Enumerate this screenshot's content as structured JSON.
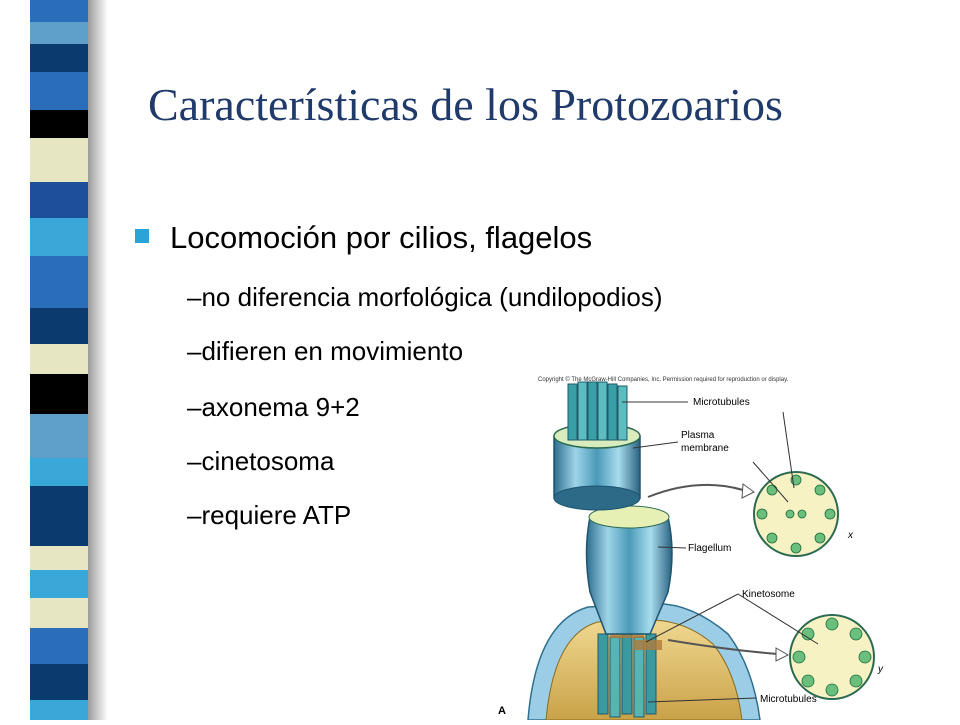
{
  "slide": {
    "title": "Características de los Protozoarios",
    "main_bullet": "Locomoción por cilios, flagelos",
    "sub_bullets": [
      "–no diferencia  morfológica (undilopodios)",
      "–difieren  en movimiento",
      "–axonema 9+2",
      "–cinetosoma",
      "–requiere  ATP"
    ]
  },
  "figure": {
    "copyright": "Copyright © The McGraw-Hill Companies, Inc. Permission required for reproduction or display.",
    "labels": {
      "microtubules_top": "Microtubules",
      "plasma": "Plasma",
      "membrane": "membrane",
      "x": "x",
      "flagellum": "Flagellum",
      "kinetosome": "Kinetosome",
      "y": "y",
      "microtubules_bottom": "Microtubules",
      "panel": "A"
    }
  },
  "colors": {
    "title": "#1f3a6b",
    "bullet_marker": "#2aa3d8",
    "stripe_palette": [
      "#0b3a6e",
      "#2a6db8",
      "#39a8d8",
      "#e6e6c2",
      "#000000",
      "#1e4f9a"
    ]
  }
}
